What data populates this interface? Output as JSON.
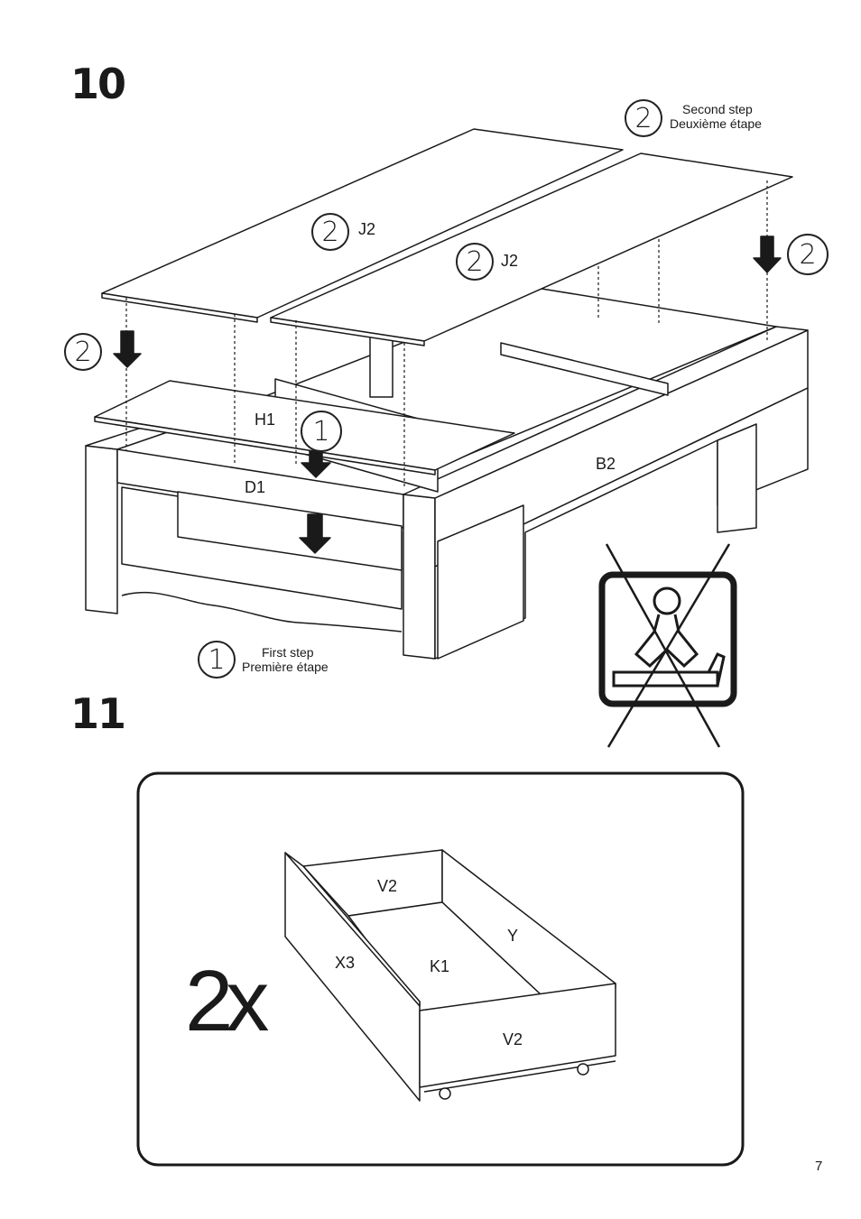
{
  "steps": {
    "step10": "10",
    "step11": "11"
  },
  "step10": {
    "second_step": {
      "num": "2",
      "en": "Second step",
      "fr": "Deuxième étape"
    },
    "first_step": {
      "num": "1",
      "en": "First step",
      "fr": "Première étape"
    },
    "parts": {
      "j2_left": "J2",
      "j2_right": "J2",
      "h1": "H1",
      "d1": "D1",
      "b2": "B2"
    },
    "markers": {
      "left_arrow_num": "2",
      "right_arrow_num": "2",
      "j2_left_num": "2",
      "j2_right_num": "2",
      "h1_num": "1"
    },
    "warning_icon": "no-standing-on-bed-icon"
  },
  "step11": {
    "multiplier": "2x",
    "parts": {
      "v2_back": "V2",
      "y": "Y",
      "x3": "X3",
      "k1": "K1",
      "v2_front": "V2"
    }
  },
  "page_number": "7"
}
